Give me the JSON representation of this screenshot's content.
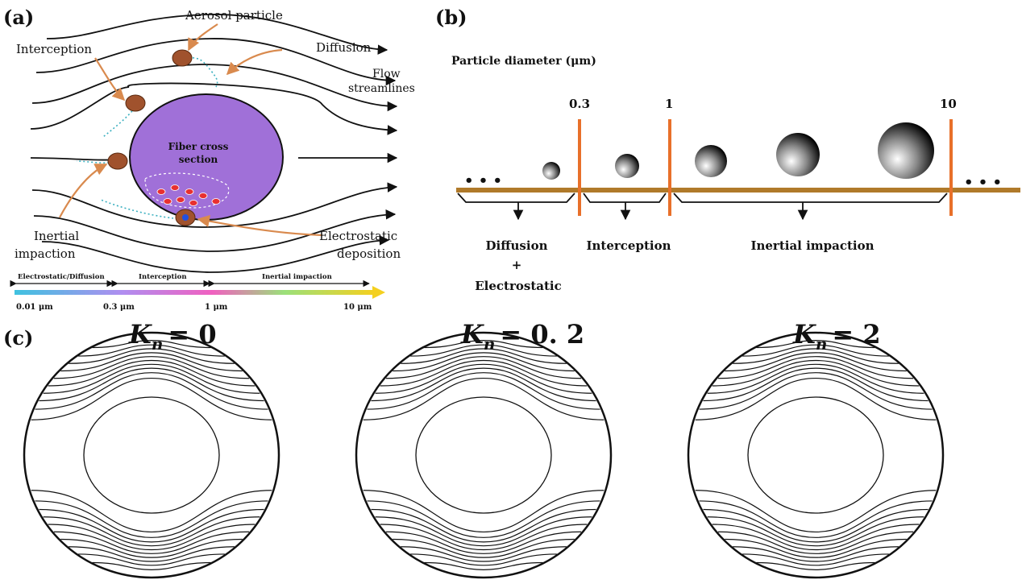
{
  "panel_a": {
    "tag": "(a)",
    "labels": {
      "aerosol": "Aerosol particle",
      "diffusion": "Diffusion",
      "interception": "Interception",
      "flow1": "Flow",
      "flow2": "streamlines",
      "fiber1": "Fiber cross",
      "fiber2": "section",
      "inertial1": "Inertial",
      "inertial2": "impaction",
      "electro1": "Electrostatic",
      "electro2": "deposition"
    },
    "scale": {
      "range_electro": "Electrostatic/Diffusion",
      "range_interception": "Interception",
      "range_inertial": "Inertial impaction",
      "tick_001": "0.01 μm",
      "tick_03": "0.3 μm",
      "tick_1": "1 μm",
      "tick_10": "10 μm"
    },
    "colors": {
      "fiber": "#a070d8",
      "particle": "#a0522d",
      "arrow": "#d98a4e",
      "trail": "#3bb0c0"
    }
  },
  "panel_b": {
    "tag": "(b)",
    "axis_title": "Particle diameter (μm)",
    "ticks": [
      "0.3",
      "1",
      "10"
    ],
    "ellipsis_left": "• • •",
    "ellipsis_right": "• • •",
    "region_diffusion": "Diffusion",
    "region_plus": "+",
    "region_electrostatic": "Electrostatic",
    "region_interception": "Interception",
    "region_inertial": "Inertial impaction",
    "colors": {
      "bar": "#b07a2a",
      "divider": "#e8702a"
    }
  },
  "panel_c": {
    "tag": "(c)",
    "plots": [
      {
        "kn_symbol": "K",
        "kn_sub": "n",
        "kn_value": "= 0"
      },
      {
        "kn_symbol": "K",
        "kn_sub": "n",
        "kn_value": "= 0. 2"
      },
      {
        "kn_symbol": "K",
        "kn_sub": "n",
        "kn_value": "= 2"
      }
    ]
  }
}
